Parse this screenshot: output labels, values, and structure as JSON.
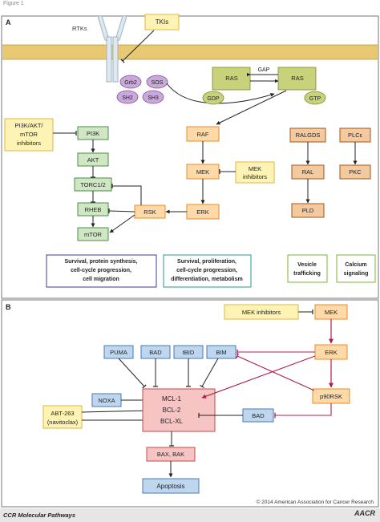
{
  "figure_label": "Figure 1",
  "panel_a": {
    "label": "A",
    "rtks_label": "RTKs",
    "tkis_label": "TKIs",
    "adaptors": [
      "Grb2",
      "SOS",
      "SH2",
      "SH3"
    ],
    "ras_gdp": {
      "ras": "RAS",
      "nucleotide": "GDP"
    },
    "ras_gtp": {
      "ras": "RAS",
      "nucleotide": "GTP"
    },
    "gap_label": "GAP",
    "pi3k_inhibitors": [
      "PI3K/AKT/",
      "mTOR",
      "inhibitors"
    ],
    "pi3k_pathway": [
      "PI3K",
      "AKT",
      "TORC1/2",
      "RHEB",
      "mTOR"
    ],
    "rsk_label": "RSK",
    "mapk_pathway": [
      "RAF",
      "MEK",
      "ERK"
    ],
    "mek_inhibitors": [
      "MEK",
      "inhibitors"
    ],
    "ralgds_pathway": [
      "RALGDS",
      "RAL",
      "PLD"
    ],
    "plc_pathway": [
      "PLCε",
      "PKC"
    ],
    "outcomes": [
      [
        "Survival, protein synthesis,",
        "cell-cycle progression,",
        "cell migration"
      ],
      [
        "Survival, proliferation,",
        "cell-cycle progression,",
        "differentiation, metabolism"
      ],
      [
        "Vesicle",
        "trafficking"
      ],
      [
        "Calcium",
        "signaling"
      ]
    ]
  },
  "panel_b": {
    "label": "B",
    "mek_inhibitors": "MEK inhibitors",
    "mek": "MEK",
    "erk": "ERK",
    "p90rsk": "p90RSK",
    "bh3_top": [
      "PUMA",
      "BAD",
      "tBID",
      "BIM"
    ],
    "noxa": "NOXA",
    "bad_lower": "BAD",
    "abt": [
      "ABT-263",
      "(navitoclax)"
    ],
    "anti_apoptotic": [
      "MCL-1",
      "BCL-2",
      "BCL-XL"
    ],
    "bax_bak": "BAX, BAK",
    "apoptosis": "Apoptosis",
    "copyright": "© 2014 American Association for Cancer Research"
  },
  "footer": {
    "journal": "CCR Molecular Pathways",
    "logo": "AACR"
  },
  "colors": {
    "membrane": "#e8c873",
    "receptor": "#dfe8ef",
    "purple_node": "#c9a9db",
    "ras_green": "#c8d27a",
    "inhibitor_fill": "#fdf3b4",
    "inhibitor_border": "#e3b53b",
    "pi3k_fill": "#cfe8c3",
    "pi3k_border": "#4f8a4a",
    "mapk_fill": "#ffd9a8",
    "mapk_border": "#e88c2a",
    "ral_fill": "#f3c9a0",
    "ral_border": "#a0561c",
    "blue_fill": "#bfd7ee",
    "blue_border": "#4b78b0",
    "bcl_fill": "#f7c4c4",
    "bcl_border": "#c24a4a",
    "crimson": "#b01e47"
  }
}
